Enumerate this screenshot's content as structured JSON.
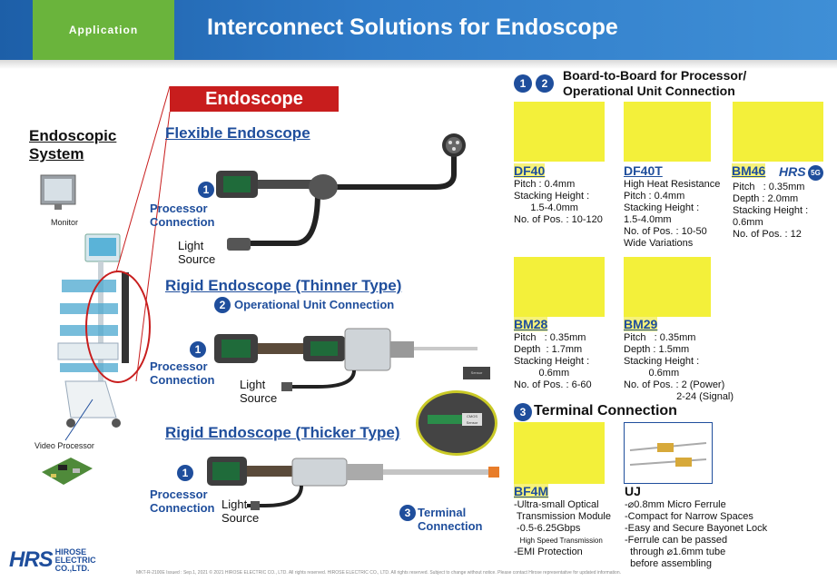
{
  "header": {
    "tab": "Application",
    "title": "Interconnect Solutions for Endoscope"
  },
  "left": {
    "system_title": "Endoscopic System",
    "monitor": "Monitor",
    "video_processor": "Video Processor"
  },
  "banner": "Endoscope",
  "flexible": {
    "title": "Flexible Endoscope",
    "num": "1",
    "conn": "Processor Connection",
    "source": "Light Source"
  },
  "thinner": {
    "title": "Rigid Endoscope (Thinner Type)",
    "op_num": "2",
    "op_label": "Operational Unit Connection",
    "num": "1",
    "conn": "Processor Connection",
    "source": "Light Source",
    "sensor": "Sensor"
  },
  "thicker": {
    "title": "Rigid Endoscope (Thicker Type)",
    "num": "1",
    "conn": "Processor Connection",
    "source": "Light Source",
    "term_num": "3",
    "term": "Terminal Connection",
    "cmos": "CMOS Sensor"
  },
  "b2b": {
    "n1": "1",
    "n2": "2",
    "title1": "Board-to-Board for Processor/",
    "title2": "Operational Unit Connection"
  },
  "products": {
    "df40": {
      "name": "DF40",
      "specs": [
        "Pitch  : 0.4mm",
        "Stacking Height  :",
        "      1.5-4.0mm",
        "No. of Pos.  : 10-120"
      ]
    },
    "df40t": {
      "name": "DF40T",
      "specs": [
        "High Heat Resistance",
        "Pitch : 0.4mm",
        "Stacking Height :",
        "1.5-4.0mm",
        "No. of Pos. : 10-50",
        "Wide Variations"
      ]
    },
    "bm46": {
      "name": "BM46",
      "badge": "5G",
      "hrs": "HRS",
      "specs": [
        "Pitch   : 0.35mm",
        "Depth : 2.0mm",
        "Stacking Height :",
        "0.6mm",
        "No. of Pos. : 12"
      ]
    },
    "bm28": {
      "name": "BM28",
      "specs": [
        "Pitch   : 0.35mm",
        "Depth  : 1.7mm",
        "Stacking Height :",
        "         0.6mm",
        "No. of Pos. : 6-60"
      ]
    },
    "bm29": {
      "name": "BM29",
      "specs": [
        "Pitch   : 0.35mm",
        "Depth : 1.5mm",
        "Stacking Height :",
        "         0.6mm",
        "No. of Pos. : 2 (Power)",
        "                   2-24 (Signal)"
      ]
    }
  },
  "terminal": {
    "num": "3",
    "title": "Terminal Connection"
  },
  "bf4m": {
    "name": "BF4M",
    "specs": [
      "-Ultra-small Optical",
      " Transmission Module",
      " -0.5-6.25Gbps",
      "   High Speed Transmission",
      "-EMI Protection"
    ]
  },
  "uj": {
    "name": "UJ",
    "specs": [
      "-⌀0.8mm Micro Ferrule",
      "-Compact for Narrow Spaces",
      "-Easy and Secure Bayonet Lock",
      "-Ferrule can be passed",
      "  through ⌀1.6mm tube",
      "  before assembling"
    ]
  },
  "logo": {
    "mark": "HRS",
    "line1": "HIROSE",
    "line2": "ELECTRIC",
    "line3": "CO.,LTD."
  },
  "footer": "MKT-R-2100E  Issued : Sep.1, 2021  © 2021 HIROSE ELECTRIC CO., LTD. All rights reserved. HIROSE ELECTRIC CO., LTD. All rights reserved. Subject to change without notice. Please contact Hirose representative for updated information."
}
